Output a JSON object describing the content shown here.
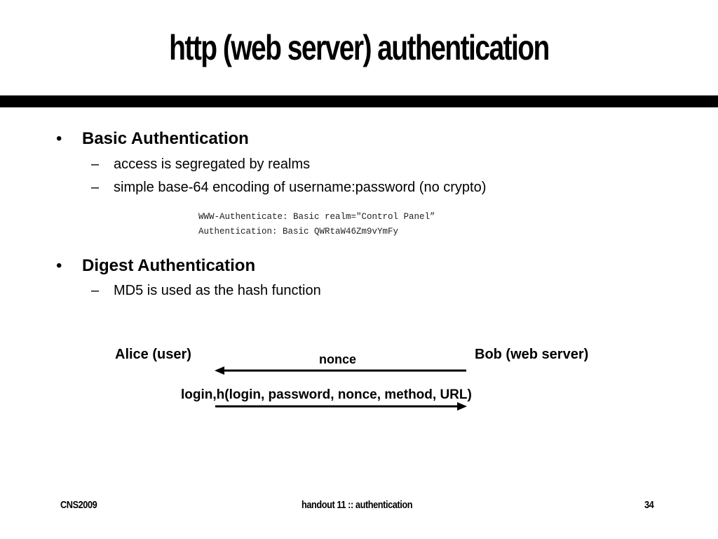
{
  "slide": {
    "title": "http (web server) authentication"
  },
  "sections": [
    {
      "bullet": "•",
      "heading": "Basic Authentication",
      "subitems": [
        {
          "dash": "–",
          "text": "access is segregated by realms"
        },
        {
          "dash": "–",
          "text": "simple base-64 encoding of username:password (no crypto)"
        }
      ],
      "code": [
        "WWW-Authenticate: Basic realm=\"Control Panel”",
        "Authentication: Basic QWRtaW46Zm9vYmFy"
      ]
    },
    {
      "bullet": "•",
      "heading": "Digest Authentication",
      "subitems": [
        {
          "dash": "–",
          "text": "MD5 is used as the hash function"
        }
      ]
    }
  ],
  "diagram": {
    "left_party": "Alice (user)",
    "right_party": "Bob (web server)",
    "message_to_left": "nonce",
    "message_to_right": "login,h(login, password, nonce, method, URL)"
  },
  "footer": {
    "left": "CNS2009",
    "center": "handout 11 :: authentication",
    "page_number": "34"
  }
}
